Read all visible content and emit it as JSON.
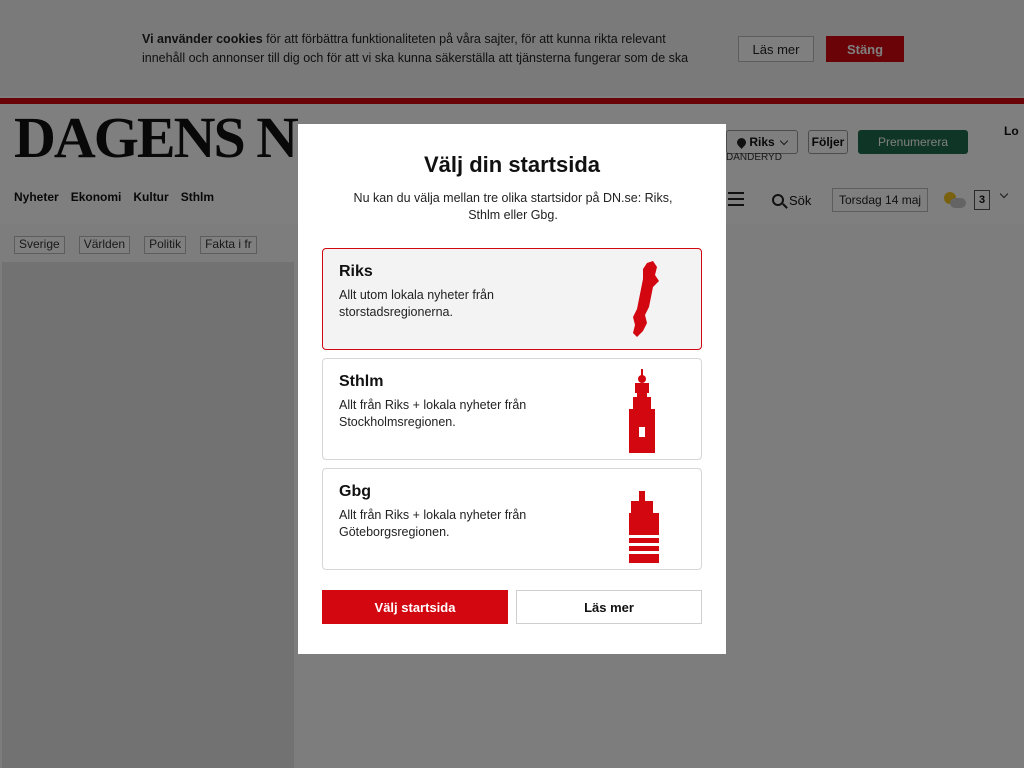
{
  "cookie_bar": {
    "text_bold": "Vi använder cookies",
    "text_line1_rest": " för att förbättra funktionaliteten på våra sajter, för att kunna rikta relevant",
    "text_line2": "innehåll och annonser till dig och för att vi ska kunna säkerställa att tjänsterna fungerar som de ska",
    "read_more_label": "Läs mer",
    "close_label": "Stäng"
  },
  "header": {
    "logo_text": "DAGENS NYHETER",
    "edition_label": "Riks",
    "edition_date_label": "DANDERYD",
    "follow_label": "Följer",
    "subscribe_label": "Prenumerera",
    "login_label": "Lo",
    "search_label": "Sök",
    "date_label": "Torsdag 14 maj",
    "temp_label": "3"
  },
  "nav": {
    "items": [
      "Nyheter",
      "Ekonomi",
      "Kultur",
      "Sthlm"
    ],
    "sub_items": [
      "Sverige",
      "Världen",
      "Politik",
      "Fakta i fr"
    ]
  },
  "modal": {
    "title": "Välj din startsida",
    "intro": "Nu kan du välja mellan tre olika startsidor på DN.se: Riks, Sthlm eller Gbg.",
    "options": [
      {
        "title": "Riks",
        "desc": "Allt utom lokala nyheter från storstadsregionerna."
      },
      {
        "title": "Sthlm",
        "desc": "Allt från Riks + lokala nyheter från Stockholmsregionen."
      },
      {
        "title": "Gbg",
        "desc": "Allt från Riks + lokala nyheter från Göteborgsregionen."
      }
    ],
    "choose_label": "Välj startsida",
    "read_more_label": "Läs mer"
  },
  "colors": {
    "brand_red": "#d3070f",
    "subscribe_green": "#1c6b4a"
  }
}
